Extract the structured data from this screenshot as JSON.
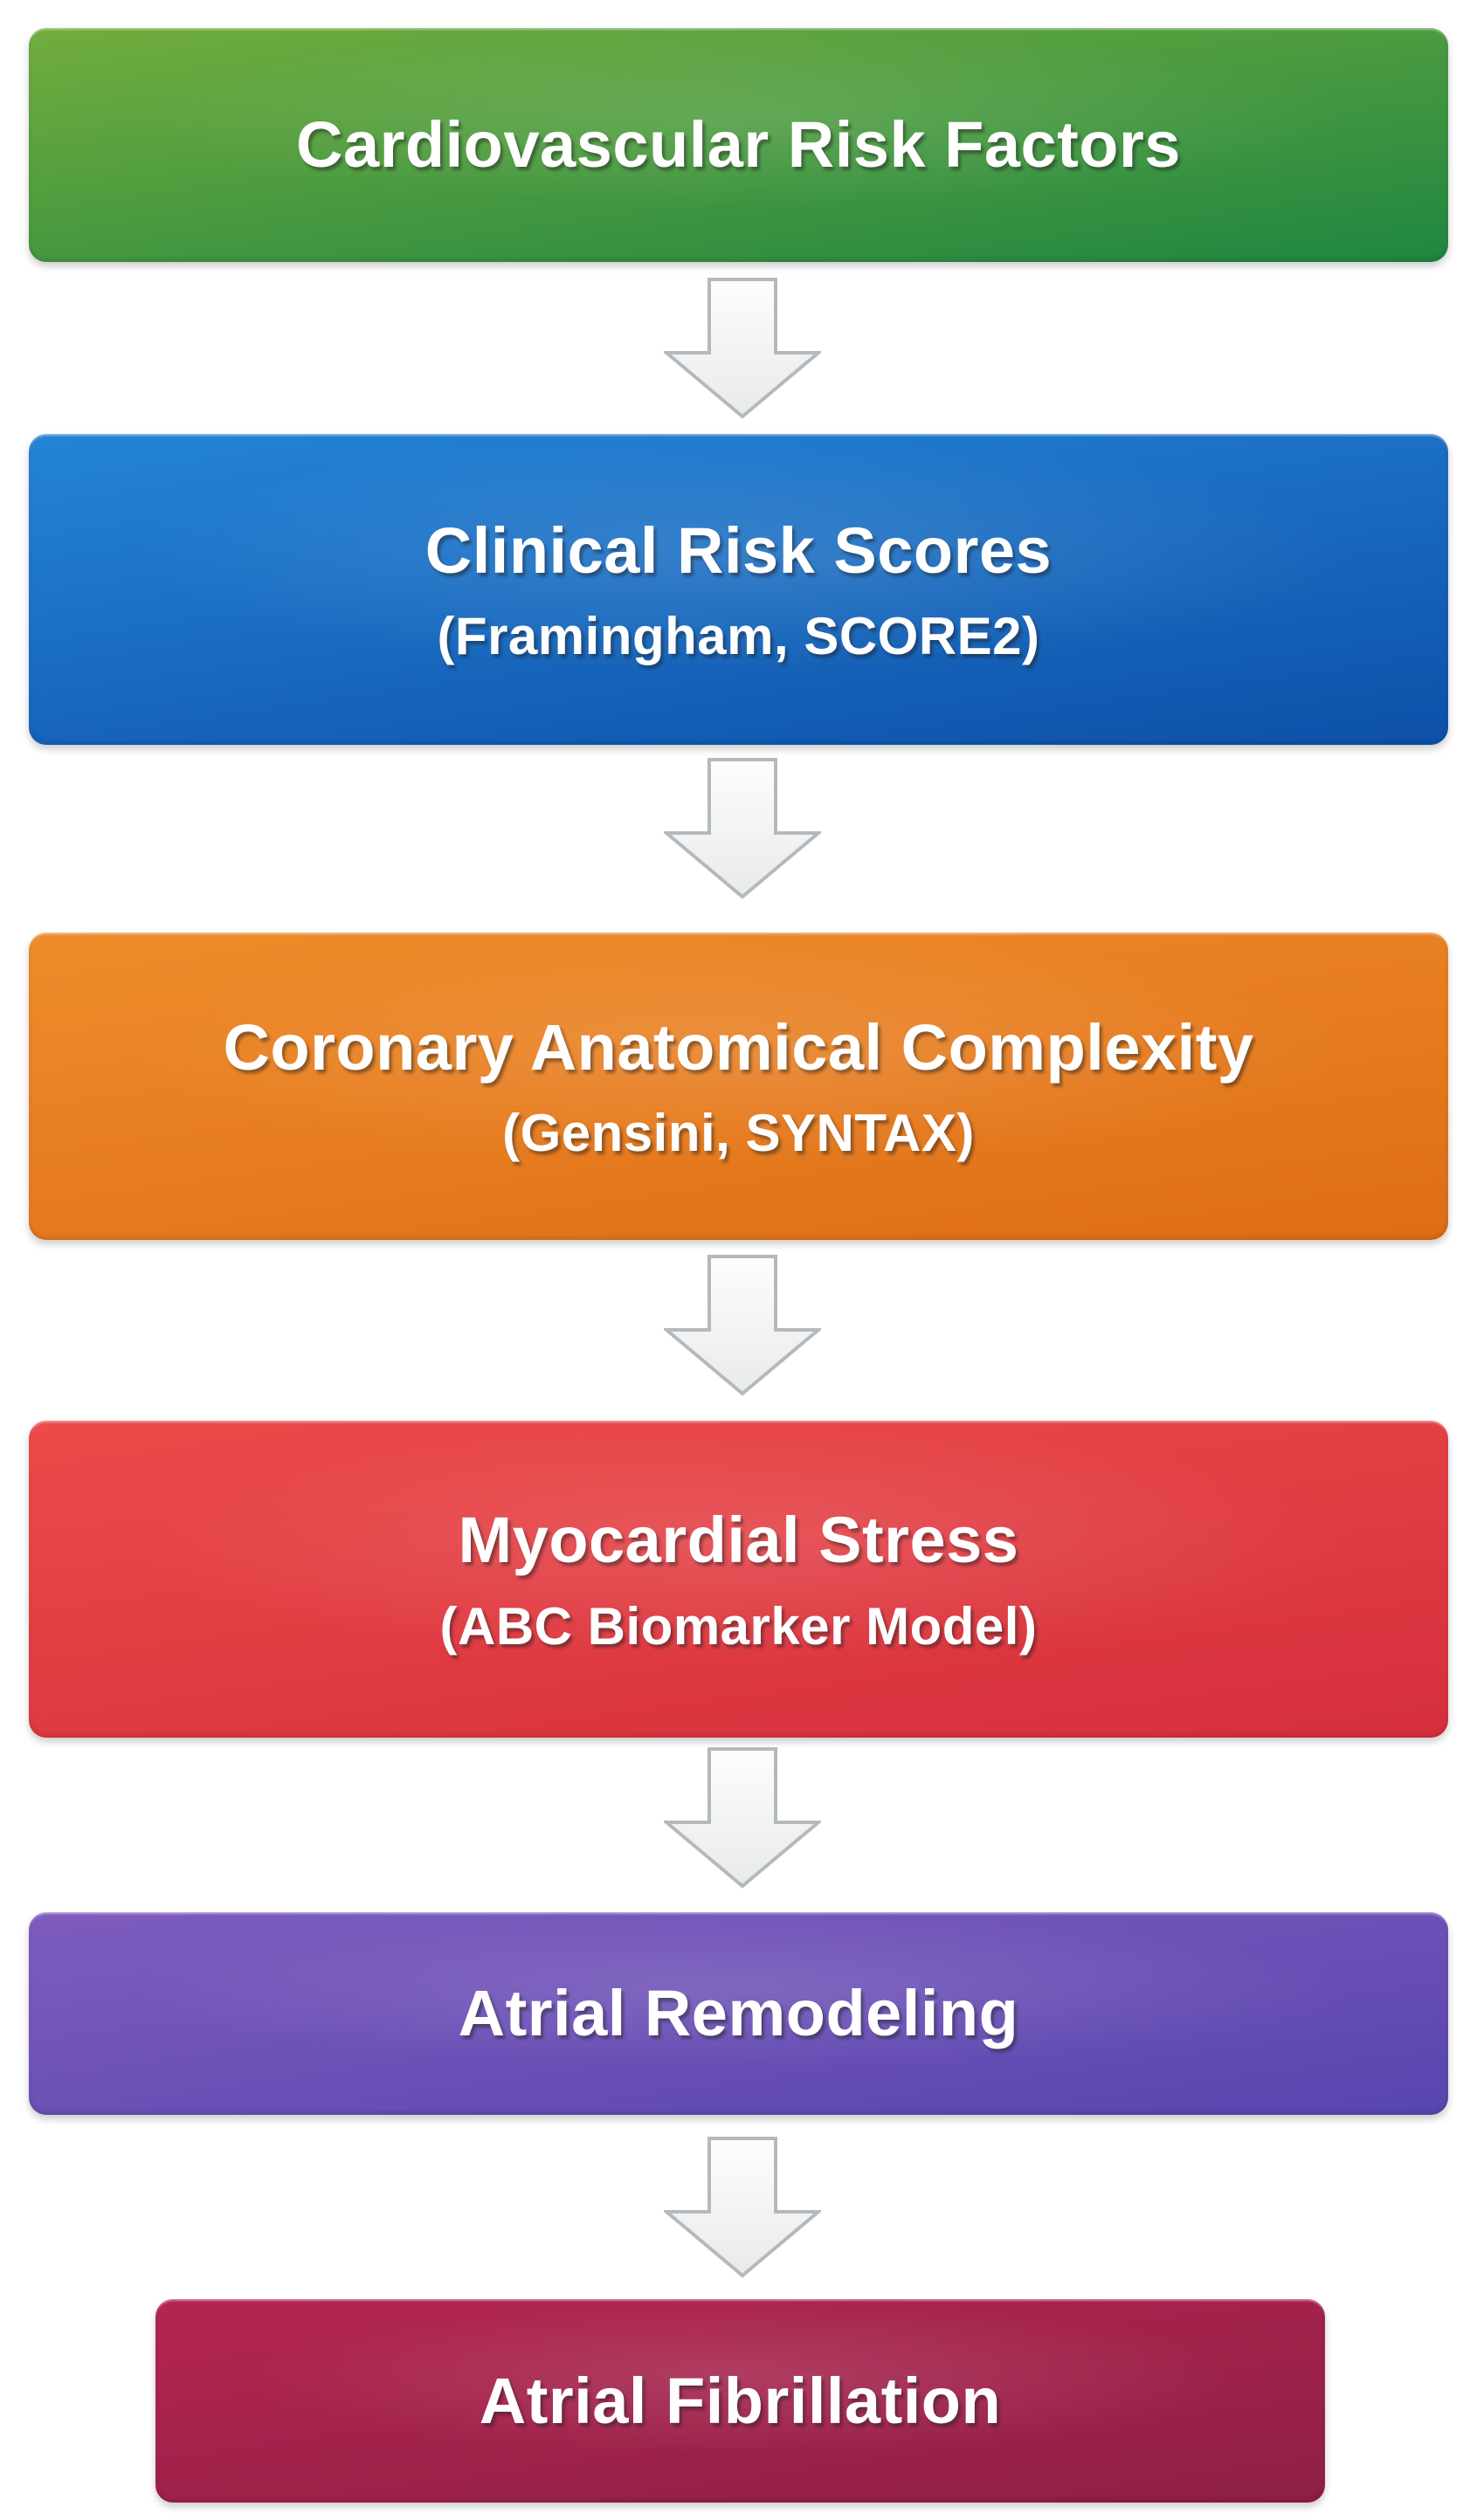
{
  "flowchart": {
    "background": "#ffffff",
    "text_color": "#ffffff",
    "nodes": [
      {
        "id": "cardiovascular-risk-factors",
        "title": "Cardiovascular Risk Factors",
        "subtitle": "",
        "color_top": "#72ad3e",
        "color_bottom": "#1f8641"
      },
      {
        "id": "clinical-risk-scores",
        "title": "Clinical Risk Scores",
        "subtitle": "(Framingham, SCORE2)",
        "color_top": "#2484d7",
        "color_bottom": "#0d50a8"
      },
      {
        "id": "coronary-anatomical-complexity",
        "title": "Coronary Anatomical Complexity",
        "subtitle": "(Gensini, SYNTAX)",
        "color_top": "#ef8c2a",
        "color_bottom": "#de6d15"
      },
      {
        "id": "myocardial-stress",
        "title": "Myocardial Stress",
        "subtitle": "(ABC Biomarker Model)",
        "color_top": "#ec4b49",
        "color_bottom": "#d52f3d"
      },
      {
        "id": "atrial-remodeling",
        "title": "Atrial Remodeling",
        "subtitle": "",
        "color_top": "#7e5cbe",
        "color_bottom": "#5845ae"
      },
      {
        "id": "atrial-fibrillation",
        "title": "Atrial Fibrillation",
        "subtitle": "",
        "color_top": "#b42550",
        "color_bottom": "#8e1f44"
      }
    ],
    "connector": {
      "icon": "down-arrow-icon",
      "fill_light": "#fdfdfd",
      "fill_dark": "#e9eaea",
      "stroke": "#b3b9be"
    }
  }
}
